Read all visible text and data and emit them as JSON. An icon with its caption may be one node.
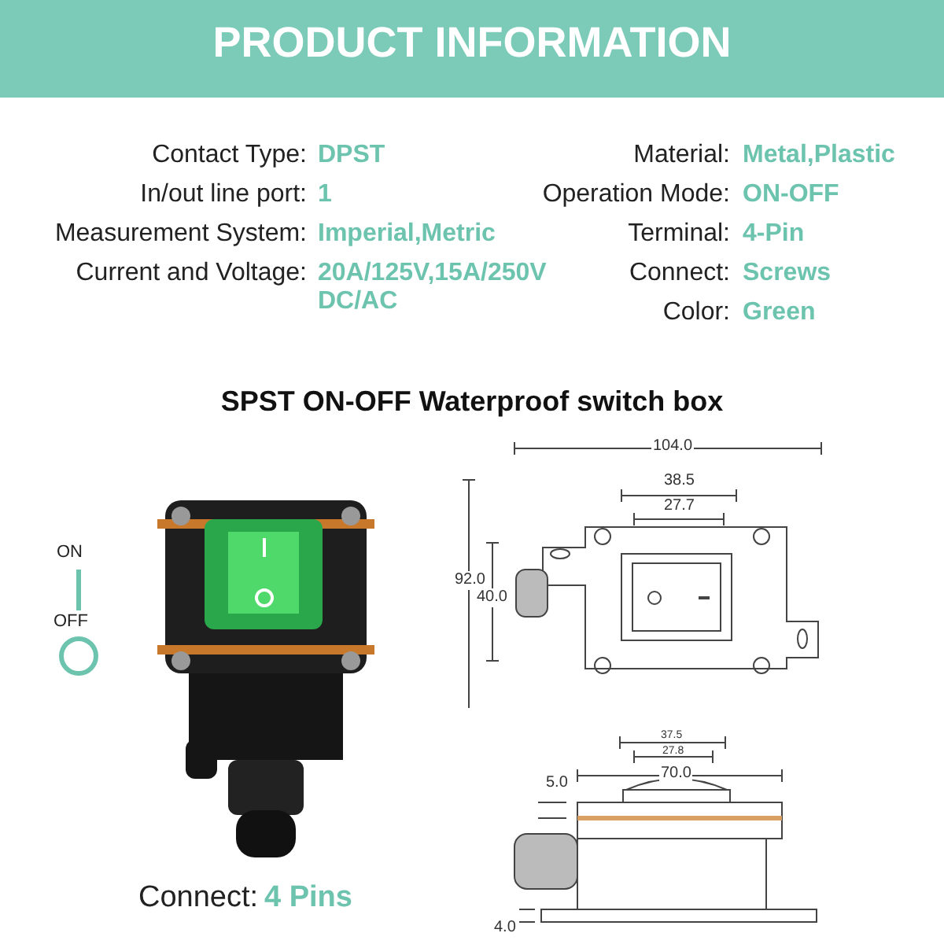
{
  "diagram": {
    "title": "PRODUCT INFORMATION",
    "labels": [
      "Contact Type:",
      "DPST",
      "Material:",
      "Metal,Plastic",
      "In/out line port:",
      "1",
      "Operation Mode:",
      "ON-OFF",
      "Measurement System:",
      "Imperial,Metric",
      "Terminal:",
      "4-Pin",
      "Current and Voltage:",
      "20A/125V,15A/250V DC/AC",
      "Connect:",
      "Screws",
      "Color:",
      "Green",
      "SPST ON-OFF Waterproof switch box",
      "ON",
      "OFF",
      "104.0",
      "38.5",
      "27.7",
      "92.0",
      "40.0",
      "37.5",
      "27.8",
      "70.0",
      "5.0",
      "4.0",
      "Connect:",
      "4 Pins"
    ]
  }
}
